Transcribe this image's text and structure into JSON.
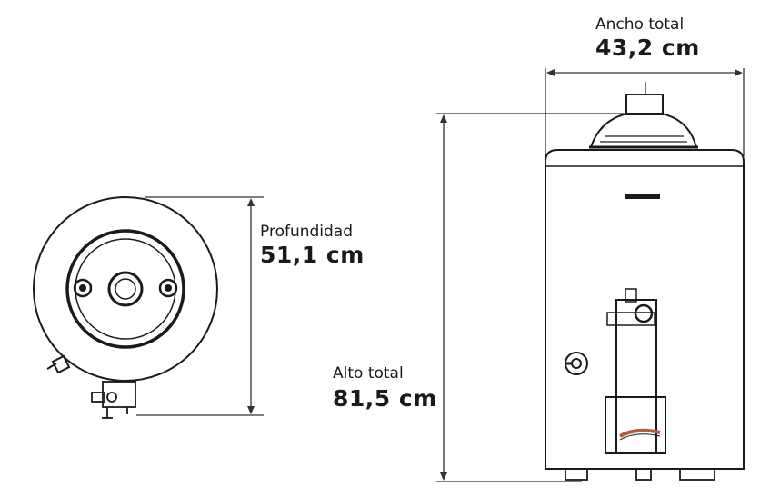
{
  "labels": {
    "width_title": "Ancho total",
    "width_value": "43,2 cm",
    "depth_title": "Profundidad",
    "depth_value": "51,1 cm",
    "height_title": "Alto total",
    "height_value": "81,5 cm"
  },
  "colors": {
    "line": "#1a1a1a",
    "dimension": "#333333",
    "background": "#ffffff",
    "pipe_accent": "#b06040"
  }
}
